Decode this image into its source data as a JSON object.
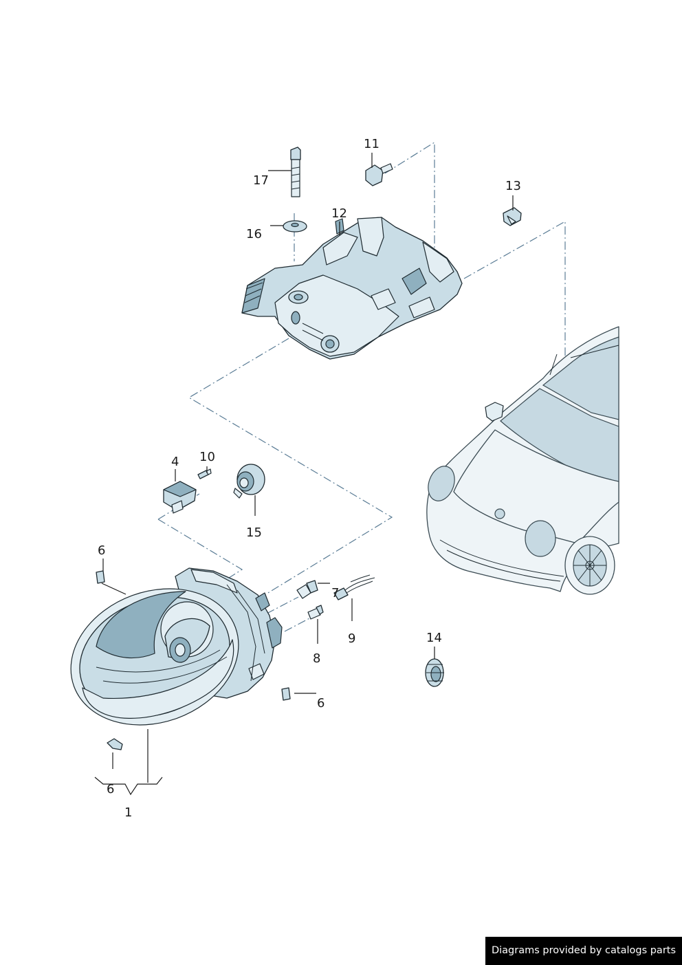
{
  "callouts": {
    "c1": "1",
    "c4": "4",
    "c6a": "6",
    "c6b": "6",
    "c6c": "6",
    "c7": "7",
    "c8": "8",
    "c9": "9",
    "c10": "10",
    "c11": "11",
    "c12": "12",
    "c13": "13",
    "c14": "14",
    "c15": "15",
    "c16": "16",
    "c17": "17"
  },
  "credit": "Diagrams provided by catalogs parts",
  "colors": {
    "part_fill": "#c9dde6",
    "outline": "#1e2a30",
    "dash_line": "#5a7c95",
    "credit_bg": "#000000",
    "credit_text": "#ffffff"
  }
}
